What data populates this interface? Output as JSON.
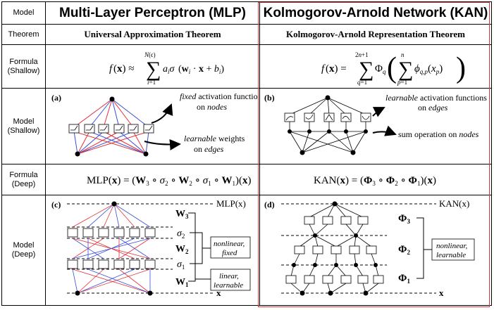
{
  "rows": {
    "model_label": "Model",
    "theorem_label": "Theorem",
    "formula_shallow_label": [
      "Formula",
      "(Shallow)"
    ],
    "model_shallow_label": [
      "Model",
      "(Shallow)"
    ],
    "formula_deep_label": [
      "Formula",
      "(Deep)"
    ],
    "model_deep_label": [
      "Model",
      "(Deep)"
    ]
  },
  "mlp": {
    "title": "Multi-Layer Perceptron (MLP)",
    "theorem": "Universal Approximation Theorem",
    "panel_shallow": "(a)",
    "panel_deep": "(c)",
    "ann_fixed": [
      "fixed",
      " activation functions",
      "on ",
      "nodes"
    ],
    "ann_learnable": [
      "learnable",
      " weights",
      "on ",
      "edges"
    ],
    "deep_output": "MLP(x)",
    "deep_input": "x",
    "deep_layers": [
      "W",
      "σ",
      "W",
      "σ",
      "W"
    ],
    "deep_layer_subs": [
      "3",
      "2",
      "2",
      "1",
      "1"
    ],
    "box_nonlinear": [
      "nonlinear,",
      "fixed"
    ],
    "box_linear": [
      "linear,",
      "learnable"
    ]
  },
  "kan": {
    "title": "Kolmogorov-Arnold Network (KAN)",
    "theorem": "Kolmogorov-Arnold Representation Theorem",
    "panel_shallow": "(b)",
    "panel_deep": "(d)",
    "ann_learnable": [
      "learnable",
      " activation functions",
      "on ",
      "edges"
    ],
    "ann_sum": [
      "sum operation on ",
      "nodes"
    ],
    "deep_output": "KAN(x)",
    "deep_input": "x",
    "deep_layers": [
      "Φ",
      "Φ",
      "Φ"
    ],
    "deep_layer_subs": [
      "3",
      "2",
      "1"
    ],
    "box_nonlinear": [
      "nonlinear,",
      "learnable"
    ]
  },
  "colors": {
    "red_edge": "#e0333a",
    "blue_edge": "#3a4fd6",
    "kan_border": "#e0333a"
  }
}
